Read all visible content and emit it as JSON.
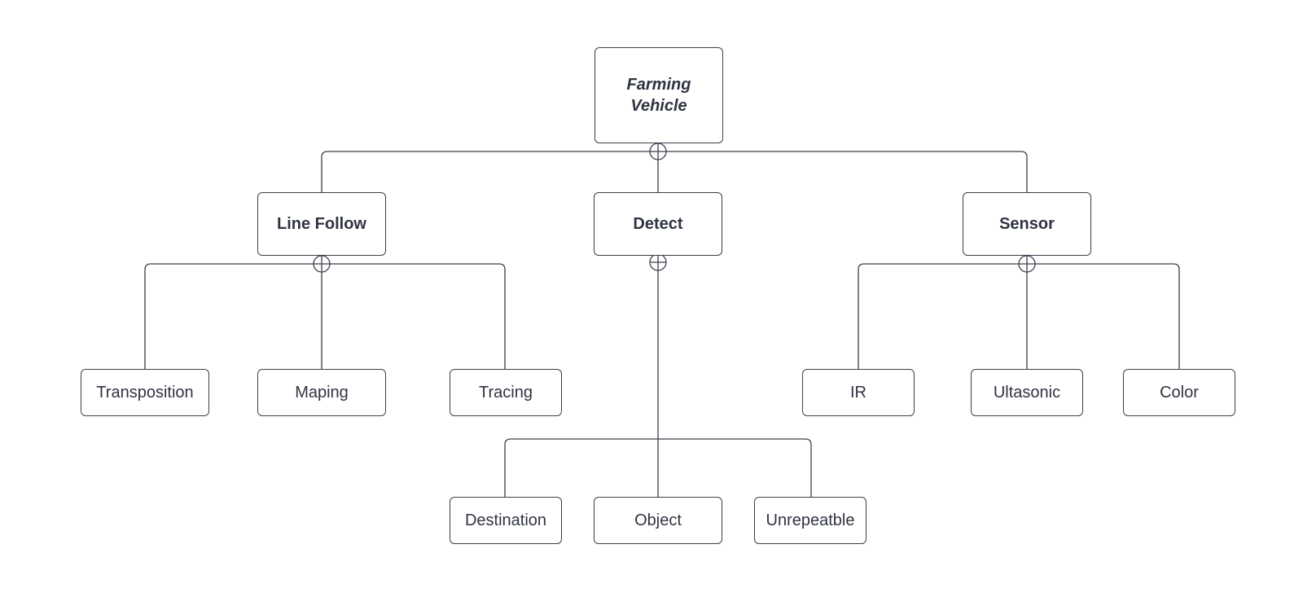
{
  "diagram": {
    "root": {
      "label": "Farming Vehicle",
      "line1": "Farming",
      "line2": "Vehicle"
    },
    "groups": [
      {
        "label": "Line Follow",
        "children": [
          "Transposition",
          "Maping",
          "Tracing"
        ]
      },
      {
        "label": "Detect",
        "children": [
          "Destination",
          "Object",
          "Unrepeatble"
        ]
      },
      {
        "label": "Sensor",
        "children": [
          "IR",
          "Ultasonic",
          "Color"
        ]
      }
    ]
  },
  "colors": {
    "stroke": "#3a3f4b",
    "text": "#2f3441",
    "background": "#ffffff"
  }
}
